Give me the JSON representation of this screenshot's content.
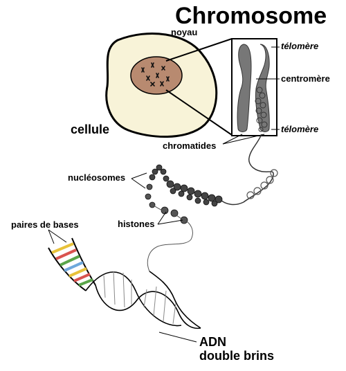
{
  "title": "Chromosome",
  "labels": {
    "noyau": "noyau",
    "cellule": "cellule",
    "telomere_top": "télomère",
    "centromere": "centromère",
    "telomere_bottom": "télomère",
    "chromatides": "chromatides",
    "nucleosomes": "nucléosomes",
    "histones": "histones",
    "paires_de_bases": "paires de bases",
    "adn_line1": "ADN",
    "adn_line2": "double brins"
  },
  "colors": {
    "cell_fill": "#f8f3d8",
    "nucleus_fill": "#b88a70",
    "chromosome_fill": "#777777",
    "base_pair_colors": [
      "#e8c23a",
      "#d9534f",
      "#5aa64a",
      "#6fa8dc"
    ]
  }
}
